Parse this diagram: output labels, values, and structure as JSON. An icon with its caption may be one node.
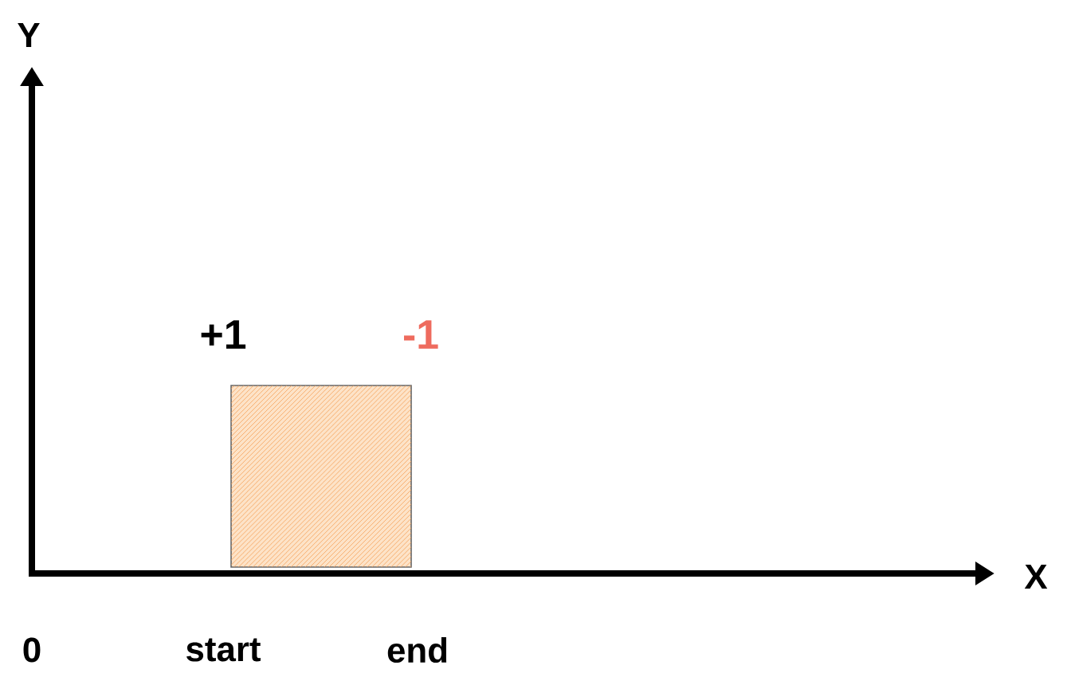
{
  "diagram": {
    "nodes": [
      {
        "text": [],
        "shape": "box"
      }
    ],
    "labels": [
      "Y",
      "+1",
      "-1",
      "X",
      "0",
      "start",
      "end"
    ]
  }
}
